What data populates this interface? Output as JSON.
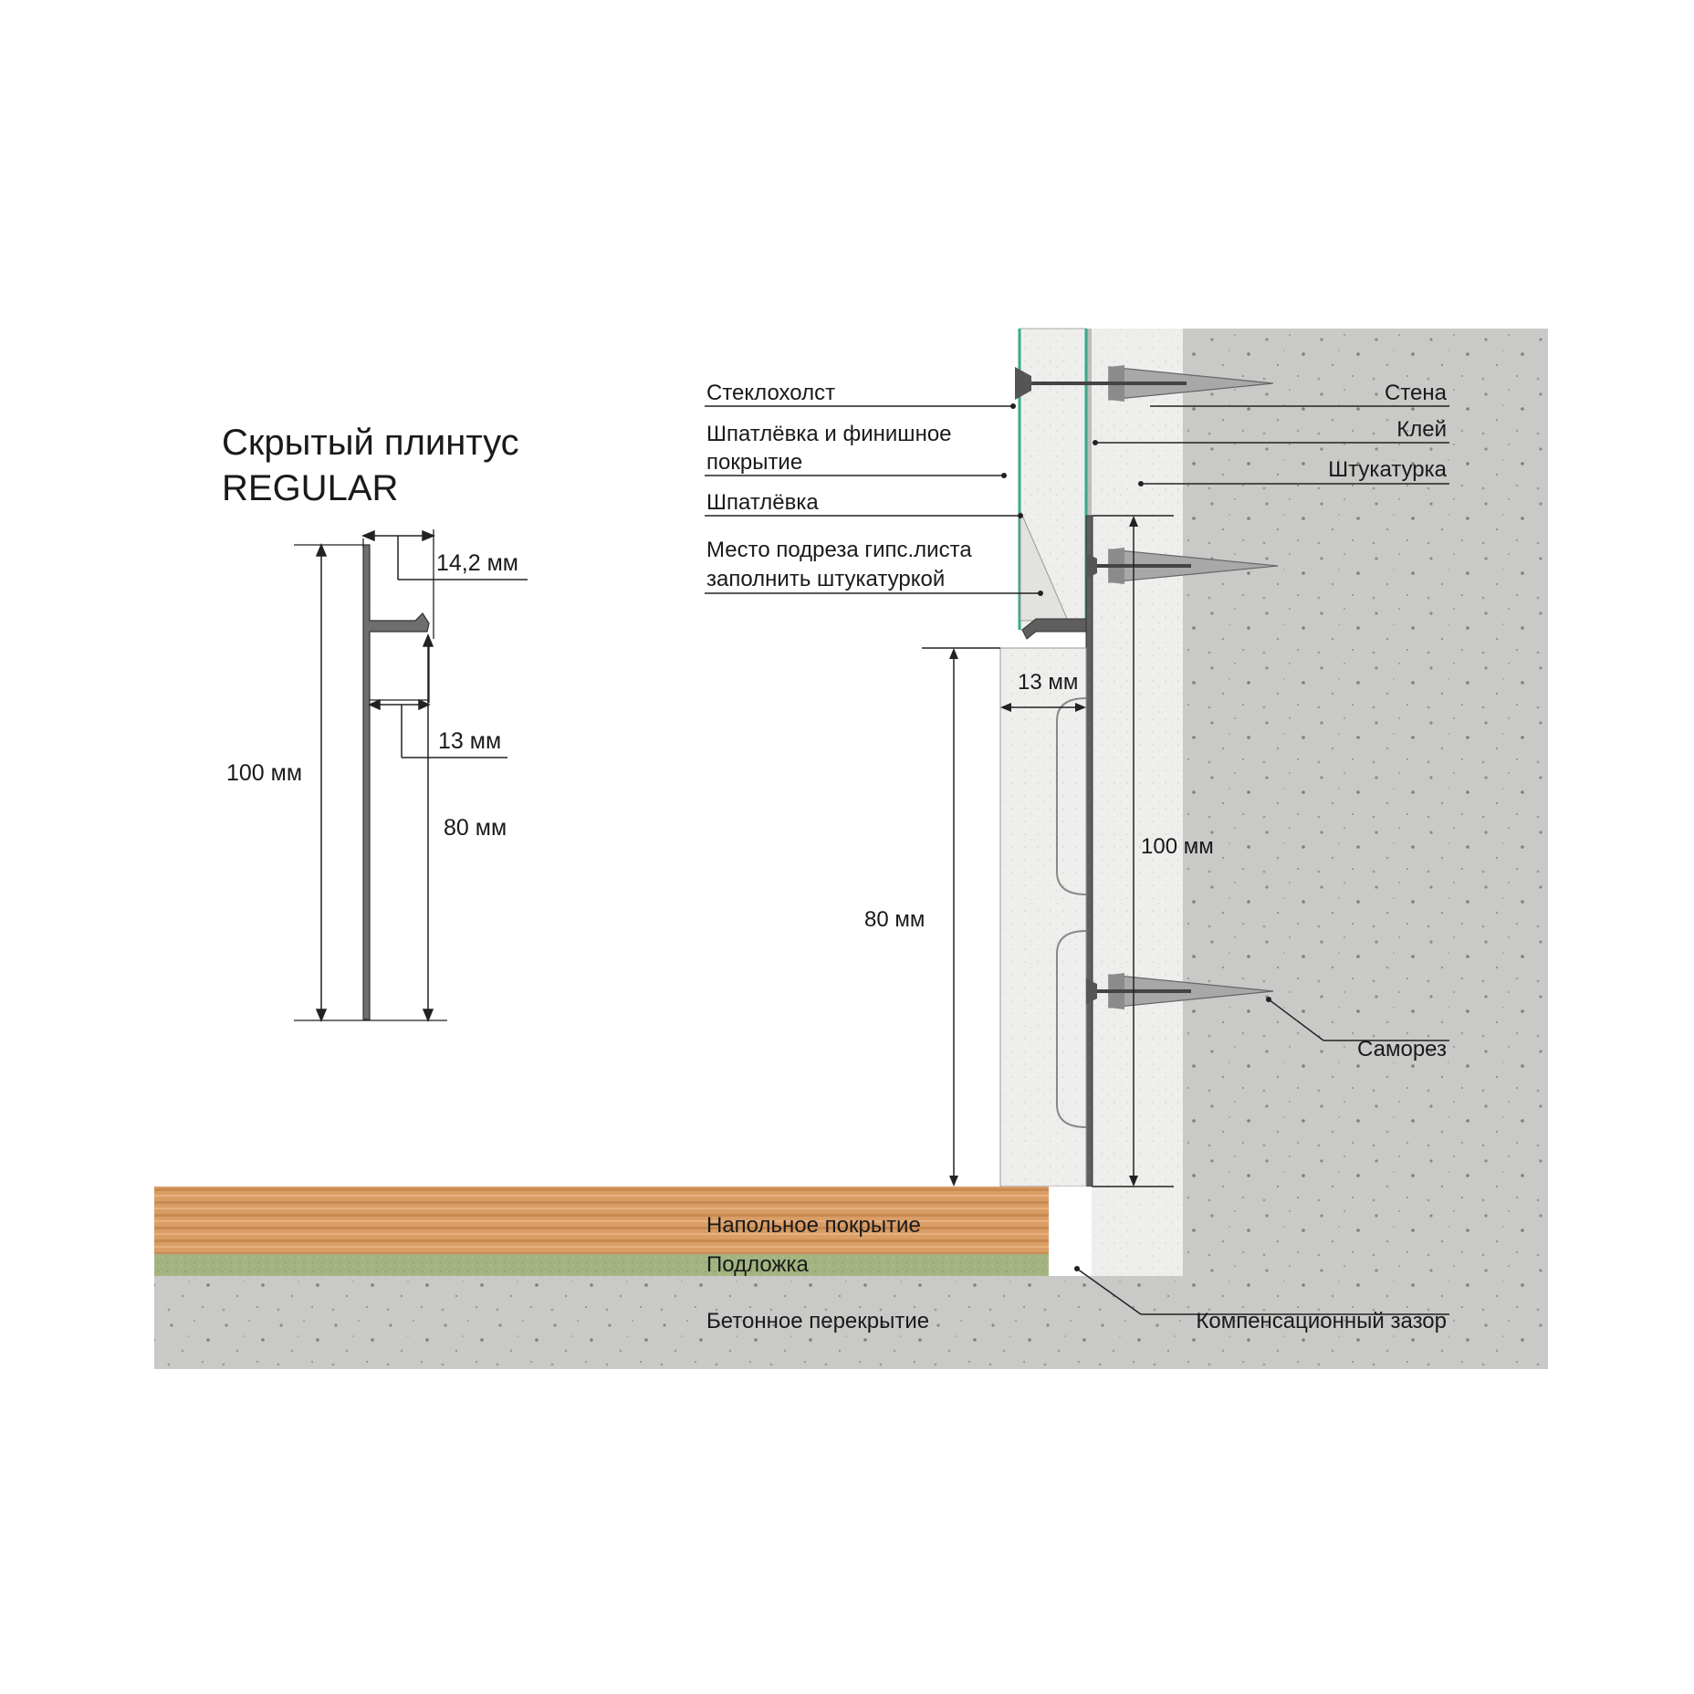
{
  "title": {
    "line1": "Скрытый плинтус",
    "line2": "REGULAR"
  },
  "profile_dims": {
    "width_top": "14,2 мм",
    "width_bottom": "13 мм",
    "height_total": "100 мм",
    "height_lower": "80 мм"
  },
  "section_dims": {
    "width": "13 мм",
    "height_total": "100 мм",
    "height_lower": "80 мм"
  },
  "labels_left": {
    "glass_fiber": "Стеклохолст",
    "putty_finish_1": "Шпатлёвка и финишное",
    "putty_finish_2": "покрытие",
    "putty": "Шпатлёвка",
    "cut_1": "Место подреза гипс.листа",
    "cut_2": "заполнить штукатуркой"
  },
  "labels_right": {
    "wall": "Стена",
    "glue": "Клей",
    "plaster": "Штукатурка",
    "screw": "Саморез",
    "gap": "Компенсационный зазор"
  },
  "labels_floor": {
    "floor_cover": "Напольное покрытие",
    "underlay": "Подложка",
    "slab": "Бетонное перекрытие"
  },
  "colors": {
    "concrete": "#c9c9c7",
    "plaster": "#eeeeec",
    "wood": "#d99d66",
    "underlay": "#a3b481",
    "glass_fiber": "#3aa88a",
    "profile": "#6e6e6e"
  }
}
